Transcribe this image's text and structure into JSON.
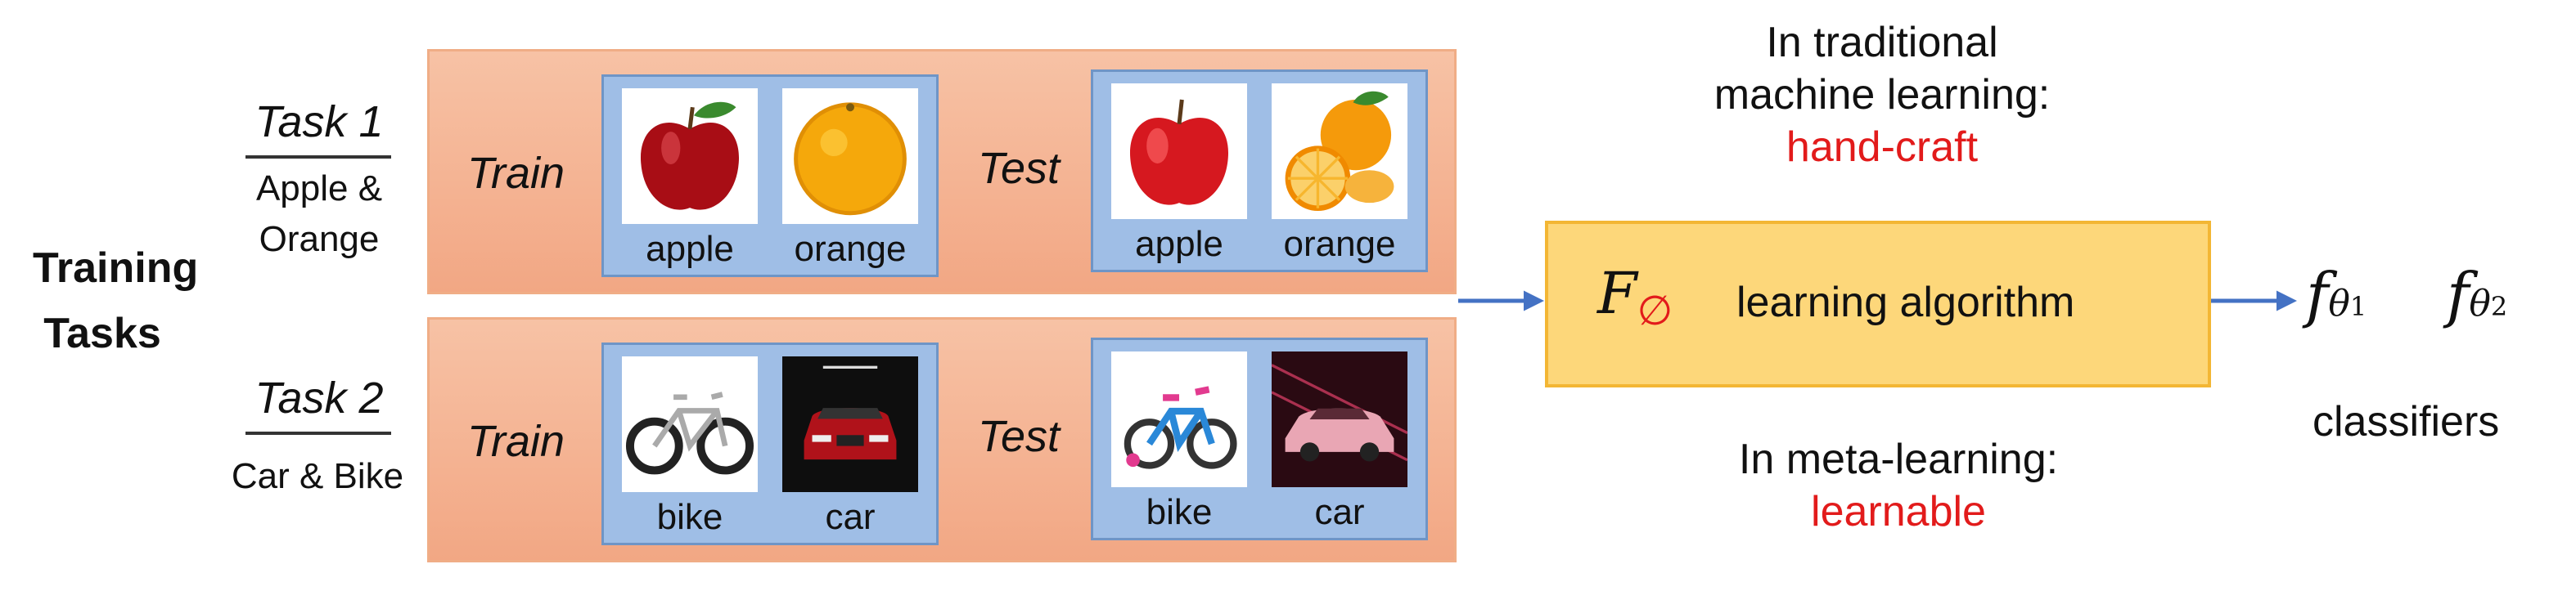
{
  "training_tasks": "Training Tasks",
  "tasks": [
    {
      "title": "Task 1",
      "subtitle_lines": [
        "Apple &",
        "Orange"
      ],
      "train_label": "Train",
      "test_label": "Test",
      "train_captions": [
        "apple",
        "orange"
      ],
      "test_captions": [
        "apple",
        "orange"
      ]
    },
    {
      "title": "Task 2",
      "subtitle_lines": [
        "Car & Bike"
      ],
      "train_label": "Train",
      "test_label": "Test",
      "train_captions": [
        "bike",
        "car"
      ],
      "test_captions": [
        "bike",
        "car"
      ]
    }
  ],
  "algorithm": {
    "symbol": "F",
    "symbol_sub": "∅",
    "label": "learning algorithm"
  },
  "traditional_note": {
    "lines": [
      "In traditional",
      "machine learning:"
    ],
    "highlight": "hand-craft"
  },
  "meta_note": {
    "line": "In meta-learning:",
    "highlight": "learnable"
  },
  "classifiers": {
    "symbol": "f",
    "sub": "θ",
    "indices": [
      "1",
      "2"
    ],
    "label": "classifiers"
  },
  "colors": {
    "panel": "#f4b08c",
    "image_group": "#9fbee6",
    "algorithm_box": "#fdd77a",
    "arrow": "#4472c4",
    "highlight": "#e21b1b"
  }
}
